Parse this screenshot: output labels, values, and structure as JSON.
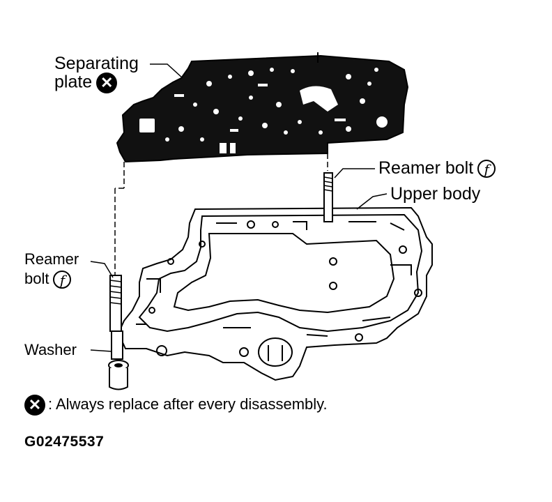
{
  "labels": {
    "separating_plate_line1": "Separating",
    "separating_plate_line2": "plate",
    "reamer_bolt_right": "Reamer bolt",
    "upper_body": "Upper body",
    "reamer_bolt_left_line1": "Reamer",
    "reamer_bolt_left_line2": "bolt",
    "washer": "Washer",
    "tightening_symbol": "f",
    "replace_symbol": "✕"
  },
  "legend": {
    "replace_note": ": Always replace after every disassembly."
  },
  "figure_code": "G02475537"
}
